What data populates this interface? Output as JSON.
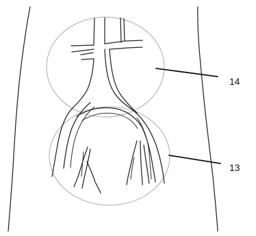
{
  "diagram": {
    "callouts": [
      {
        "id": "upper-region",
        "label": "14"
      },
      {
        "id": "lower-region",
        "label": "13"
      }
    ],
    "colors": {
      "ink": "#222222",
      "region_outline": "#b7b7b7",
      "background": "#ffffff"
    }
  }
}
